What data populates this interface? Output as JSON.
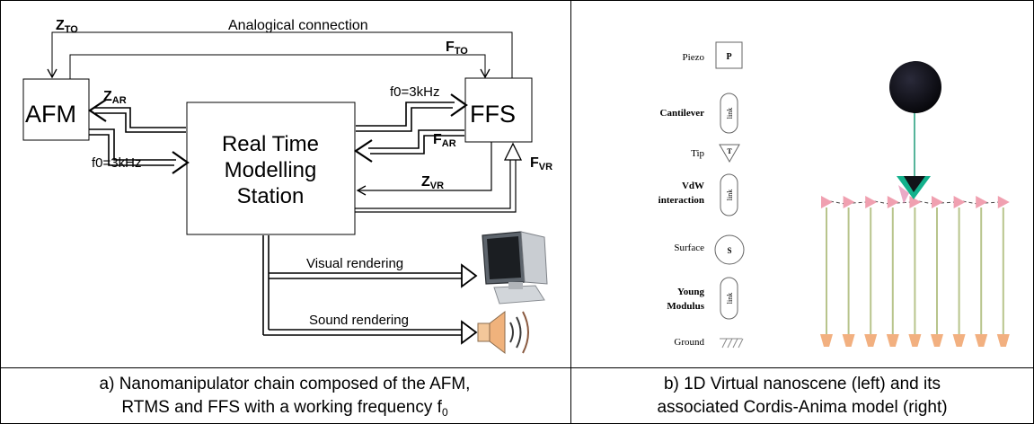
{
  "left_panel": {
    "boxes": {
      "afm": "AFM",
      "ffs": "FFS",
      "rtms_lines": [
        "Real Time",
        "Modelling",
        "Station"
      ]
    },
    "labels": {
      "z_to": "Z",
      "z_to_sub": "TO",
      "analogical": "Analogical connection",
      "f_to": "F",
      "f_to_sub": "TO",
      "z_ar": "Z",
      "z_ar_sub": "AR",
      "f0_right": "f0=3kHz",
      "f0_left": "f0=3kHz",
      "f_ar": "F",
      "f_ar_sub": "AR",
      "f_vr": "F",
      "f_vr_sub": "VR",
      "z_vr": "Z",
      "z_vr_sub": "VR",
      "visual": "Visual rendering",
      "sound": "Sound rendering"
    },
    "icons": [
      "monitor-icon",
      "speaker-icon"
    ],
    "caption_lines": [
      "a) Nanomanipulator chain composed of the AFM,",
      "RTMS and FFS with a working frequency f"
    ],
    "caption_sub": "0"
  },
  "right_panel": {
    "legend": [
      {
        "label": "Piezo",
        "symbol": "P",
        "bold": false
      },
      {
        "label": "Cantilever",
        "symbol": "link",
        "bold": true
      },
      {
        "label": "Tip",
        "symbol": "T",
        "bold": false
      },
      {
        "label_lines": [
          "VdW",
          "interaction"
        ],
        "symbol": "link",
        "bold": true
      },
      {
        "label": "Surface",
        "symbol": "S",
        "bold": false
      },
      {
        "label_lines": [
          "Young",
          "Modulus"
        ],
        "symbol": "link",
        "bold": true
      },
      {
        "label": "Ground",
        "symbol": "",
        "bold": false
      }
    ],
    "scene": {
      "sphere_color": "#0a0a14",
      "cantilever_color": "#1e9a78",
      "spring_color": "#b8c48c",
      "surface_mass_color": "#f0a0b0",
      "ground_color": "#f2b080",
      "surface_mass_count": 9
    },
    "caption_lines": [
      "b) 1D Virtual nanoscene (left) and its",
      "associated Cordis-Anima model (right)"
    ]
  }
}
